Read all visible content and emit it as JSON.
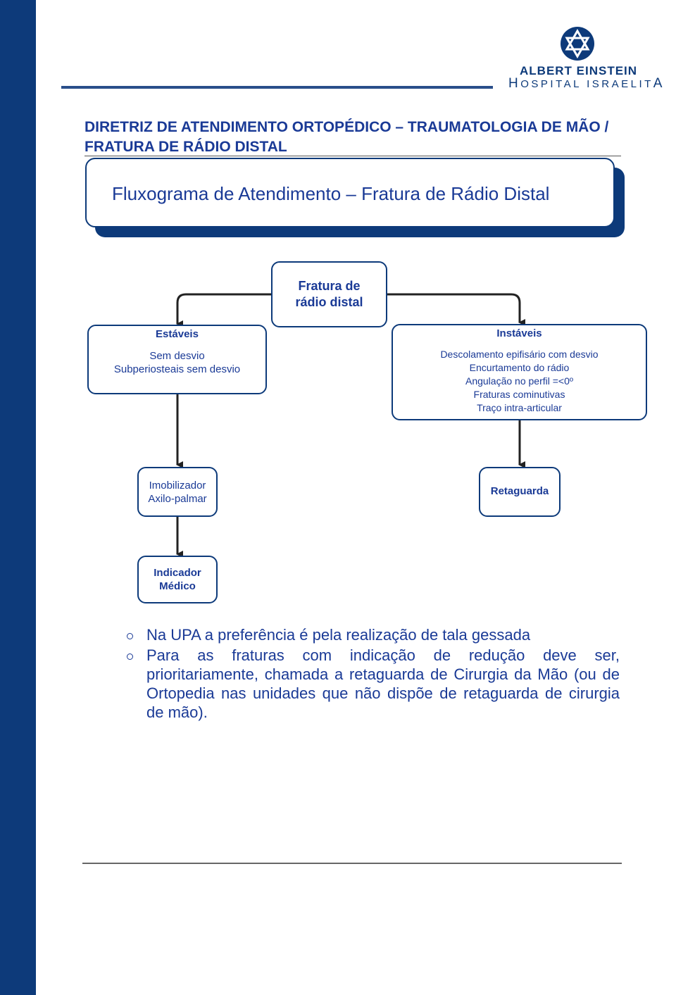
{
  "logo": {
    "name": "ALBERT EINSTEIN",
    "sub_first": "H",
    "sub_mid": "OSPITAL ISRAELIT",
    "sub_last": "A"
  },
  "title": "DIRETRIZ DE ATENDIMENTO ORTOPÉDICO – TRAUMATOLOGIA DE MÃO / FRATURA DE RÁDIO DISTAL",
  "banner": "Fluxograma de Atendimento – Fratura de Rádio Distal",
  "flow": {
    "root": {
      "line1": "Fratura de",
      "line2": "rádio distal"
    },
    "stable": {
      "heading": "Estáveis",
      "lines": [
        "Sem desvio",
        "Subperiosteais sem desvio"
      ]
    },
    "unstable": {
      "heading": "Instáveis",
      "lines": [
        "Descolamento epifisário com desvio",
        "Encurtamento do rádio",
        "Angulação no perfil =<0º",
        "Fraturas cominutivas",
        "Traço intra-articular"
      ]
    },
    "immobilizer": {
      "line1": "Imobilizador",
      "line2": "Axilo-palmar"
    },
    "backup": {
      "label": "Retaguarda"
    },
    "indicator": {
      "line1": "Indicador",
      "line2": "Médico"
    }
  },
  "bullets": [
    "Na UPA a preferência é pela realização de tala gessada",
    "Para as fraturas com indicação de redução deve ser, prioritariamente, chamada a retaguarda de Cirurgia da Mão (ou de Ortopedia nas unidades que não dispõe de retaguarda de cirurgia de mão)."
  ],
  "colors": {
    "brand": "#0d3a7a",
    "text": "#1a3a96"
  }
}
